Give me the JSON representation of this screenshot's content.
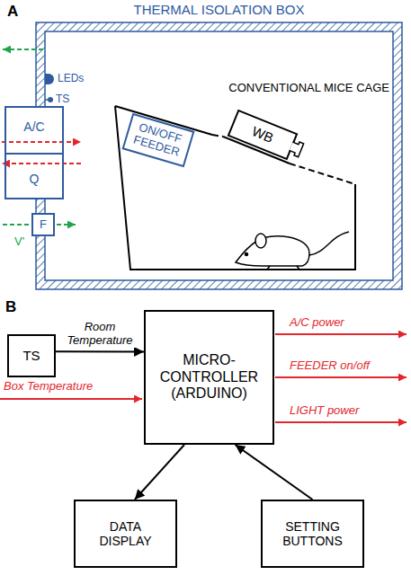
{
  "diagram": {
    "nodes": [
      {
        "text": [
          "THERMAL ISOLATION BOX"
        ]
      },
      {
        "text": [
          "CONVENTIONAL MICE CAGE"
        ],
        "in": 0
      },
      {
        "text": [
          "ON/OFF FEEDER"
        ],
        "in": 1
      },
      {
        "text": [
          "WB"
        ],
        "in": 1
      },
      {
        "text": [
          "A/C",
          "Q"
        ]
      },
      {
        "text": [
          "F"
        ]
      },
      {
        "text": [
          "TS"
        ]
      },
      {
        "text": [
          "MICRO- CONTROLLER (ARDUINO)"
        ]
      },
      {
        "text": [
          "DATA DISPLAY"
        ]
      },
      {
        "text": [
          "SETTING BUTTONS"
        ]
      }
    ],
    "edges": [
      {
        "from": 6,
        "to": 7,
        "arrow": "to",
        "label": "Room Temperature"
      },
      {
        "from": 7,
        "to": 8,
        "arrow": "to"
      },
      {
        "from": 9,
        "to": 7,
        "arrow": "to"
      }
    ],
    "labels": [
      "A",
      "LEDs",
      "TS",
      "V'",
      "B",
      "Box Temperature",
      "A/C power",
      "FEEDER on/off",
      "LIGHT power"
    ]
  }
}
